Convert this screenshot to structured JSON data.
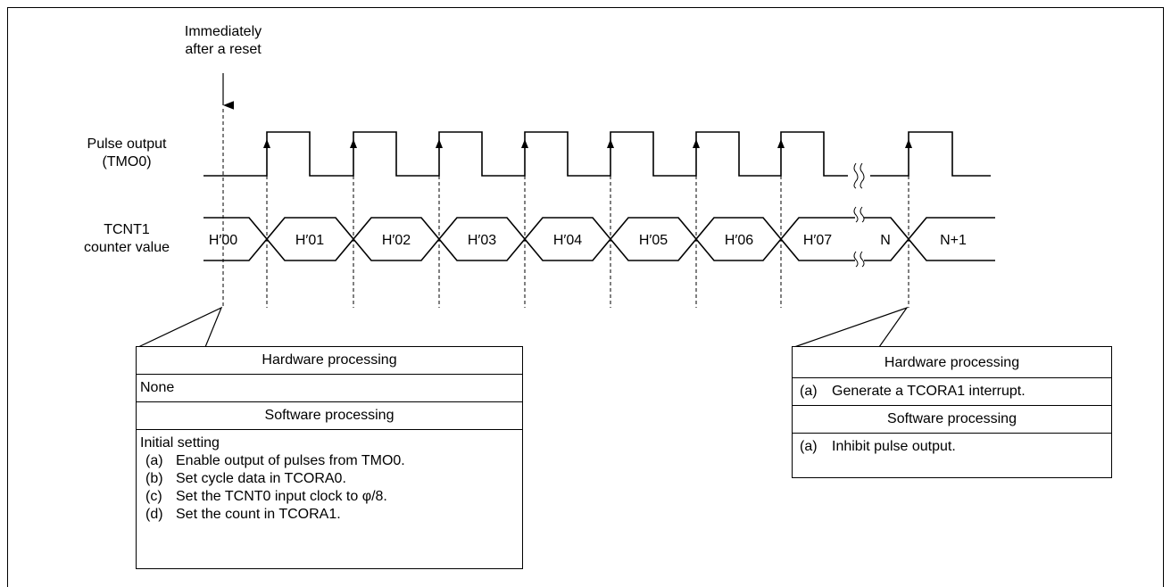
{
  "reset_note": [
    "Immediately",
    "after a reset"
  ],
  "pulse_label": [
    "Pulse output",
    "(TMO0)"
  ],
  "counter_label": [
    "TCNT1",
    "counter value"
  ],
  "counter_values": [
    "H′00",
    "H′01",
    "H′02",
    "H′03",
    "H′04",
    "H′05",
    "H′06",
    "H′07",
    "N",
    "N+1"
  ],
  "left_box": {
    "hw_title": "Hardware processing",
    "hw_body": "None",
    "sw_title": "Software processing",
    "sw_intro": "Initial setting",
    "sw_items": [
      {
        "key": "(a)",
        "text": "Enable output of pulses from TMO0."
      },
      {
        "key": "(b)",
        "text": "Set cycle data in TCORA0."
      },
      {
        "key": "(c)",
        "text": "Set the TCNT0 input clock to φ/8."
      },
      {
        "key": "(d)",
        "text": "Set the count in TCORA1."
      }
    ]
  },
  "right_box": {
    "hw_title": "Hardware processing",
    "hw_item": {
      "key": "(a)",
      "text": "Generate a TCORA1 interrupt."
    },
    "sw_title": "Software processing",
    "sw_item": {
      "key": "(a)",
      "text": "Inhibit pulse output."
    }
  }
}
